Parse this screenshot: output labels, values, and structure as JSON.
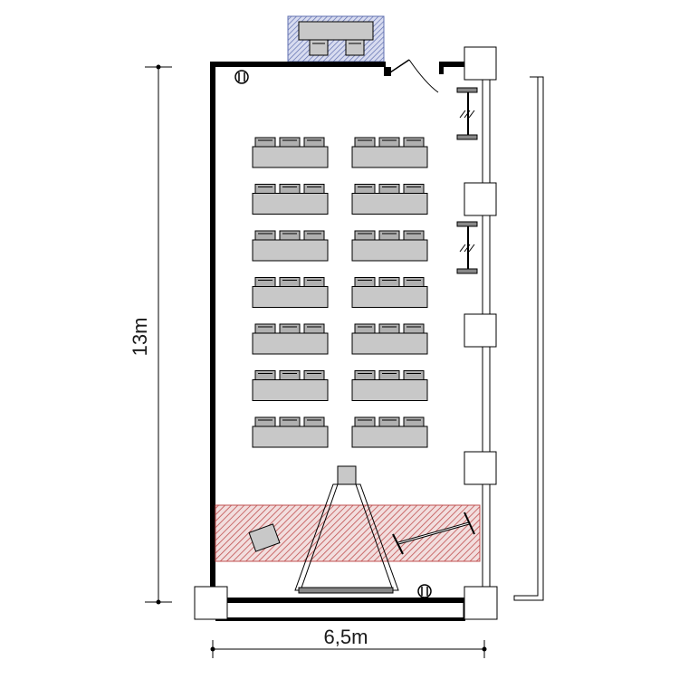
{
  "plan": {
    "width_label": "6,5m",
    "height_label": "13m",
    "desk_rows": 7,
    "desks_per_row": 2,
    "chairs_per_desk": 3
  },
  "colors": {
    "wall": "#000000",
    "desk_fill": "#c8c8c8",
    "chair_fill": "#b0b0b0",
    "stage_hatch": "#c05050",
    "lectern_hatch": "#6070b0",
    "outline": "#000000"
  },
  "icons": [
    "outlet-icon",
    "door-swing-icon",
    "radiator-icon",
    "projector-icon",
    "screen-icon",
    "lectern-icon",
    "easel-icon"
  ]
}
